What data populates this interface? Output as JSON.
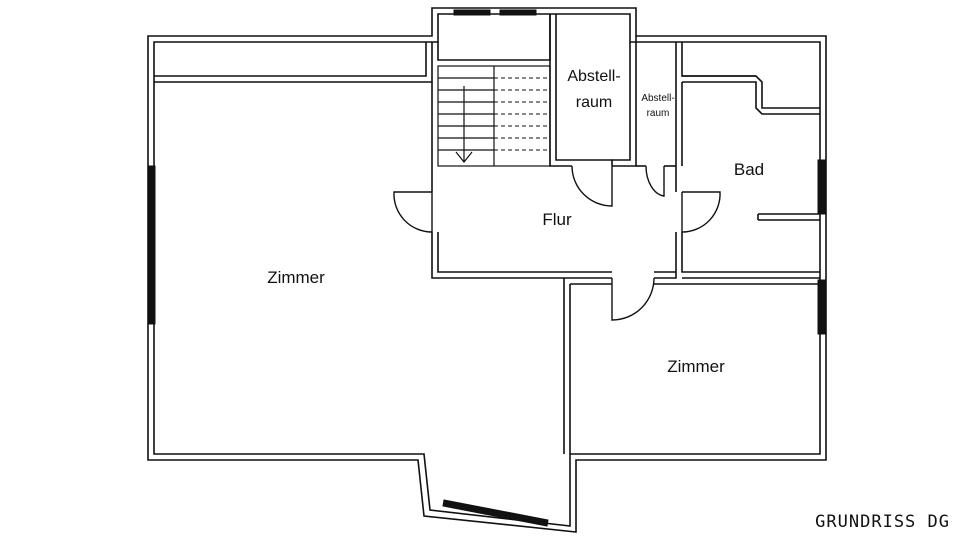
{
  "plan": {
    "title": "GRUNDRISS DG",
    "rooms": {
      "zimmer_left": "Zimmer",
      "zimmer_right": "Zimmer",
      "flur": "Flur",
      "bad": "Bad",
      "abstellraum_large": [
        "Abstell-",
        "raum"
      ],
      "abstellraum_small": [
        "Abstell-",
        "raum"
      ]
    }
  }
}
